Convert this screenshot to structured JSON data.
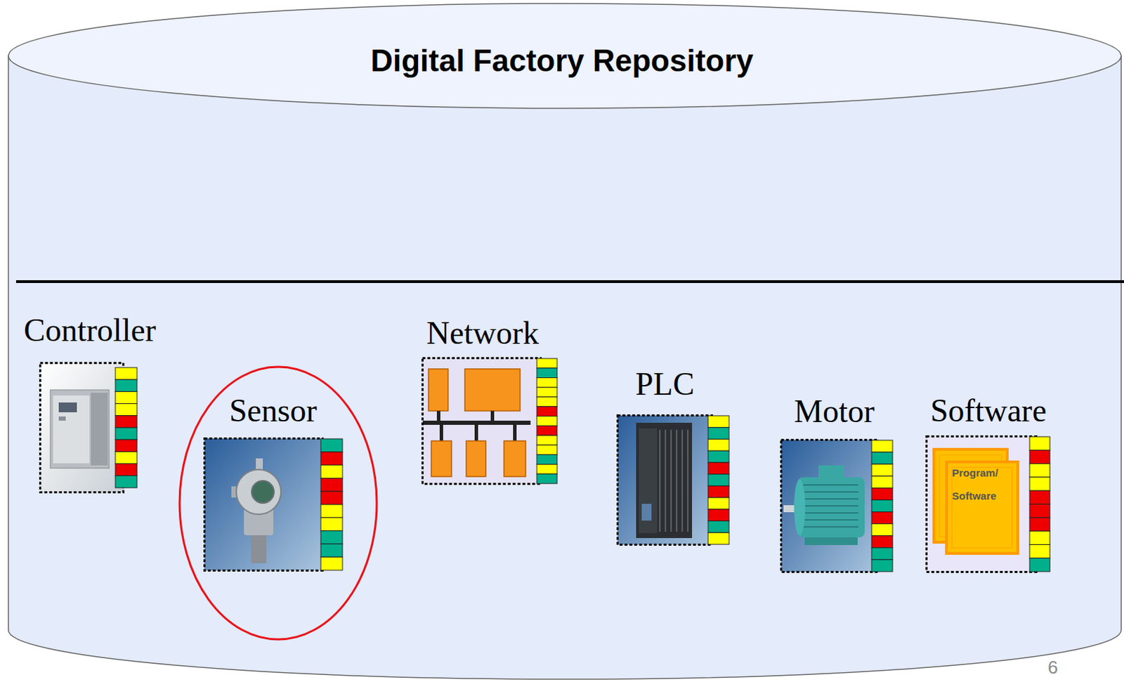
{
  "diagram": {
    "nodes": [
      {
        "text": [
          "Digital Factory Repository"
        ]
      },
      {
        "text": [
          "Controller"
        ],
        "in": 0
      },
      {
        "text": [
          "Sensor"
        ],
        "in": 0
      },
      {
        "text": [
          "Network"
        ],
        "in": 0
      },
      {
        "text": [
          "PLC"
        ],
        "in": 0
      },
      {
        "text": [
          "Motor"
        ],
        "in": 0
      },
      {
        "text": [
          "Software",
          "Program/ Software"
        ],
        "in": 0
      }
    ],
    "labels": [
      "6"
    ]
  }
}
